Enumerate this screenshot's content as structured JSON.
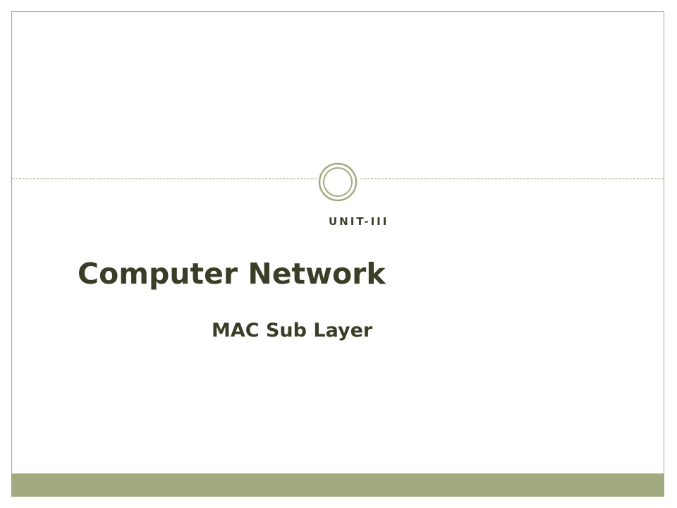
{
  "slide": {
    "unit_label": "UNIT-III",
    "title": "Computer Network",
    "subtitle": "MAC Sub Layer"
  },
  "colors": {
    "accent": "#a2ab7f",
    "text": "#3b3d27",
    "background": "#ffffff"
  },
  "icons": {
    "ornament": "double-ring-circle"
  }
}
